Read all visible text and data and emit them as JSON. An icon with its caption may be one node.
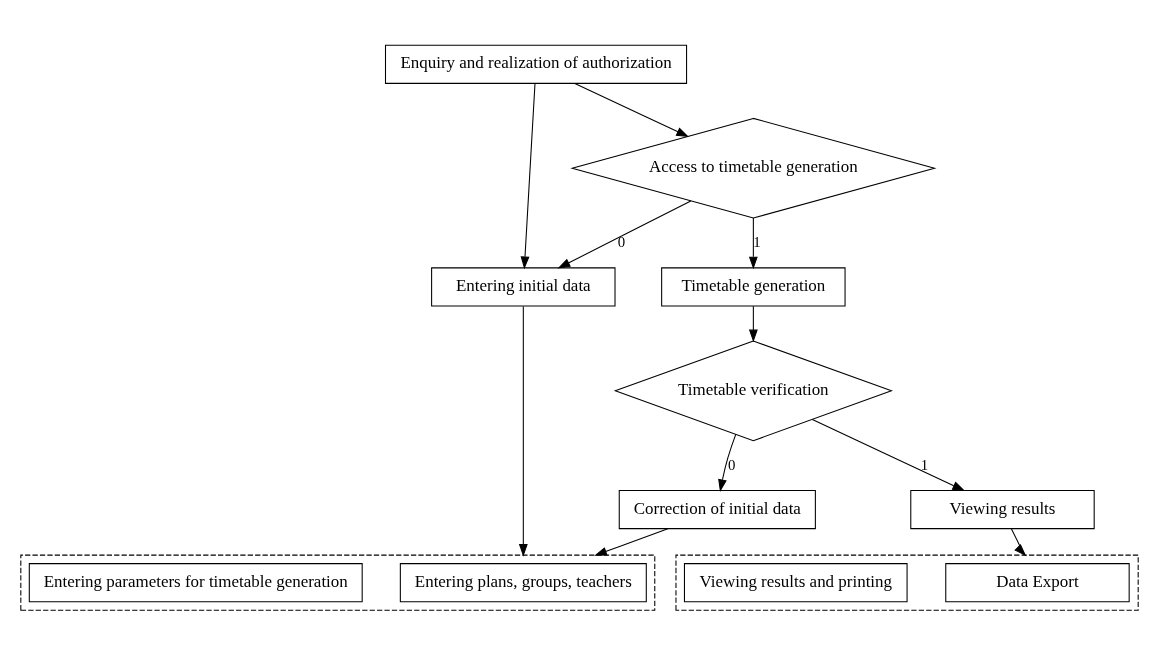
{
  "diagram": {
    "nodes": [
      {
        "text": [
          "Enquiry and realization of authorization"
        ]
      },
      {
        "text": [
          "Entering initial data"
        ]
      },
      {
        "text": [
          "Access to timetable generation"
        ]
      },
      {
        "text": [],
        "shape": "box"
      },
      {
        "text": [
          "Entering plans, groups, teachers"
        ],
        "in": 3
      },
      {
        "text": [
          "Entering parameters for timetable generation"
        ],
        "in": 3
      },
      {
        "text": [
          "Timetable generation"
        ]
      },
      {
        "text": [],
        "shape": "box"
      },
      {
        "text": [
          "Data Export"
        ],
        "in": 7
      },
      {
        "text": [
          "Viewing results and printing"
        ],
        "in": 7
      },
      {
        "text": [
          "Timetable verification"
        ]
      },
      {
        "text": [
          "Correction of initial data"
        ]
      },
      {
        "text": [
          "Viewing results"
        ]
      }
    ],
    "edges": [
      {
        "from": 0,
        "to": 1,
        "arrow": "to"
      },
      {
        "from": 0,
        "to": 2,
        "arrow": "to"
      },
      {
        "from": 2,
        "to": 1,
        "arrow": "to",
        "label": "0"
      },
      {
        "from": 2,
        "to": 6,
        "arrow": "to",
        "label": "1"
      },
      {
        "from": 1,
        "to": 3,
        "arrow": "to"
      },
      {
        "from": 6,
        "to": 10,
        "arrow": "to"
      },
      {
        "from": 10,
        "to": 11,
        "arrow": "to",
        "label": "0"
      },
      {
        "from": 10,
        "to": 12,
        "arrow": "to",
        "label": "1"
      },
      {
        "from": 11,
        "to": 3,
        "arrow": "to"
      },
      {
        "from": 12,
        "to": 7,
        "arrow": "to"
      }
    ]
  }
}
